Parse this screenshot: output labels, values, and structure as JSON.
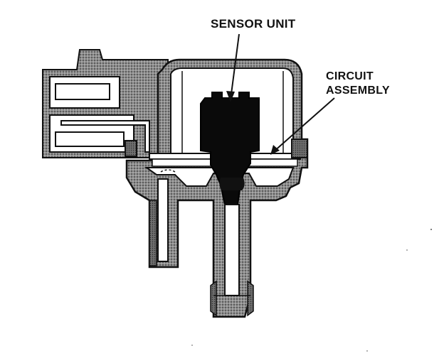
{
  "labels": {
    "sensor_unit": "SENSOR UNIT",
    "circuit_line1": "CIRCUIT",
    "circuit_line2": "ASSEMBLY"
  },
  "colors": {
    "housing_stipple": "#9a9a9a",
    "outline": "#111111",
    "sensor_fill": "#0a0a0a",
    "background": "#ffffff"
  }
}
